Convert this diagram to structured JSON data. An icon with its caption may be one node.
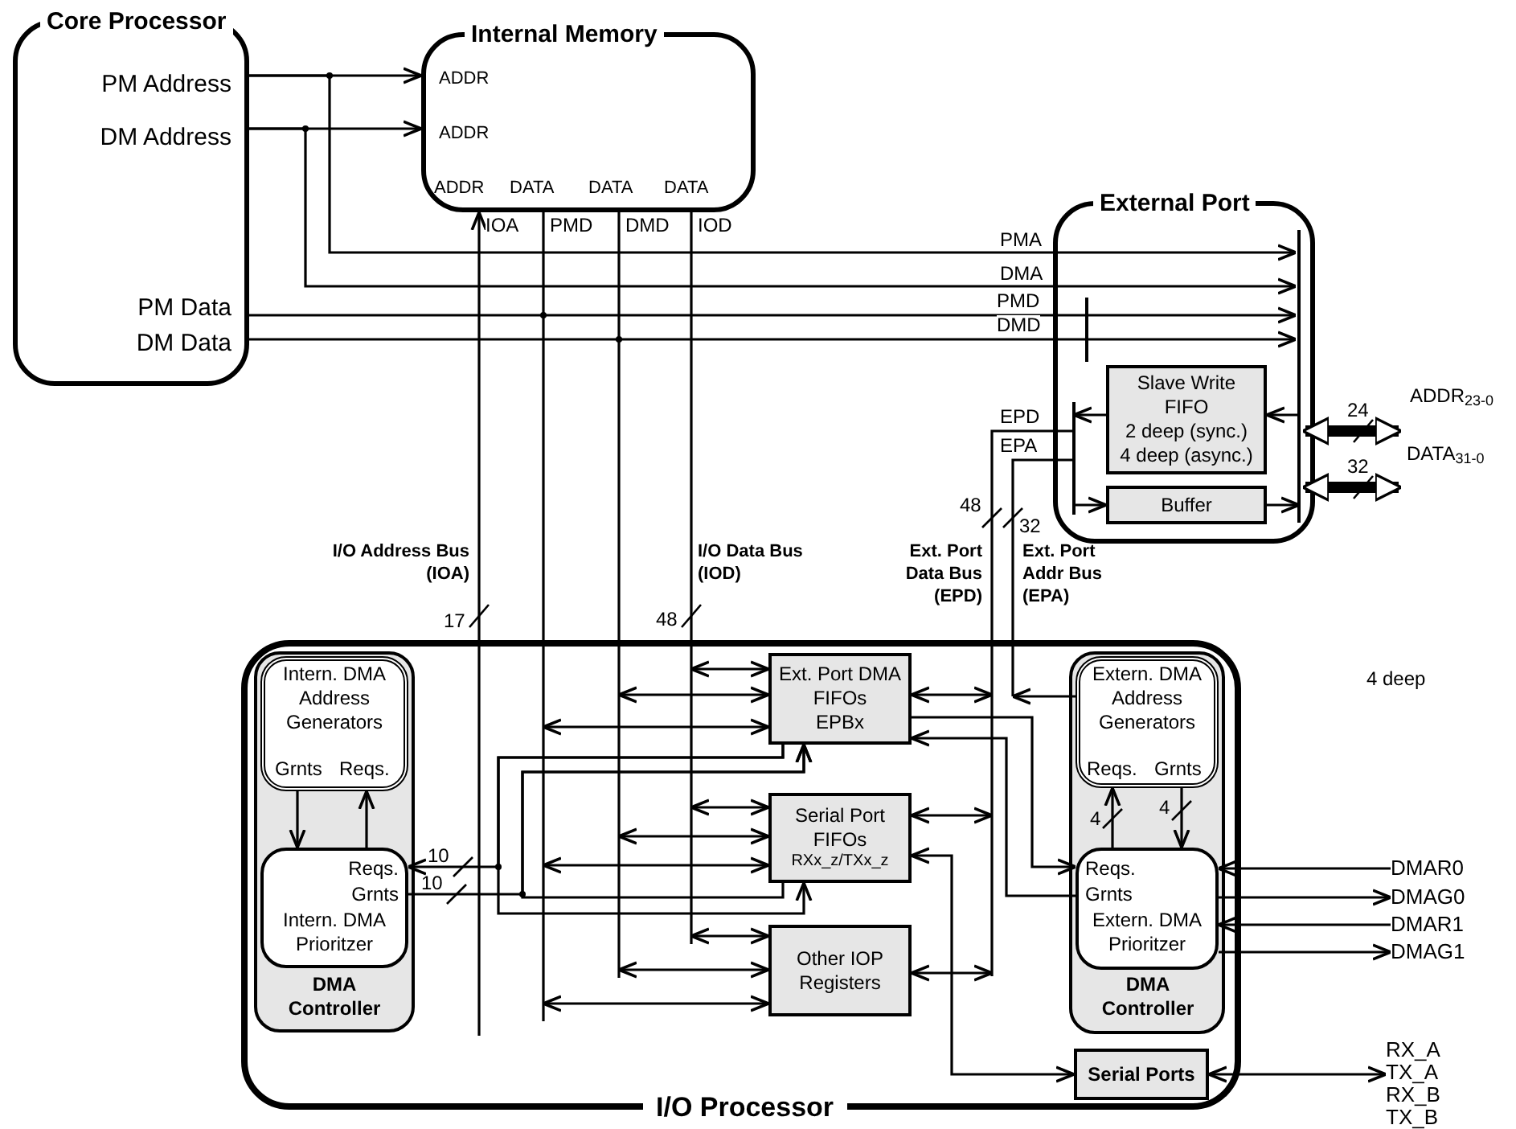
{
  "diagram": {
    "nodes": [
      {
        "text": [
          "Core Processor",
          "PM Address",
          "DM Address",
          "PM Data",
          "DM Data"
        ]
      },
      {
        "text": [
          "Internal Memory",
          "ADDR",
          "ADDR",
          "ADDR",
          "DATA",
          "DATA",
          "DATA"
        ]
      },
      {
        "text": [
          "External Port"
        ]
      },
      {
        "text": [
          "Slave Write FIFO",
          "2 deep (sync.)",
          "4 deep (async.)"
        ],
        "in": 2
      },
      {
        "text": [
          "Buffer"
        ],
        "in": 2
      },
      {
        "text": [
          "I/O Processor"
        ]
      },
      {
        "text": [
          "DMA Controller"
        ],
        "in": 5
      },
      {
        "text": [
          "Intern. DMA Address Generators",
          "Grnts",
          "Reqs."
        ],
        "in": 6
      },
      {
        "text": [
          "Reqs.",
          "Grnts",
          "Intern. DMA Prioritzer"
        ],
        "in": 6
      },
      {
        "text": [
          "Ext. Port DMA FIFOs",
          "EPBx"
        ],
        "in": 5
      },
      {
        "text": [
          "Serial Port FIFOs",
          "RXx_z/TXx_z"
        ],
        "in": 5
      },
      {
        "text": [
          "Other IOP Registers"
        ],
        "in": 5
      },
      {
        "text": [
          "DMA Controller"
        ],
        "in": 5
      },
      {
        "text": [
          "Extern. DMA Address Generators",
          "Reqs.",
          "Grnts"
        ],
        "in": 12
      },
      {
        "text": [
          "Reqs.",
          "Grnts",
          "Extern. DMA Prioritzer"
        ],
        "in": 12
      },
      {
        "text": [
          "Serial Ports"
        ],
        "in": 5
      },
      {
        "text": [
          "DMAR0"
        ]
      },
      {
        "text": [
          "DMAG0"
        ]
      },
      {
        "text": [
          "DMAR1"
        ]
      },
      {
        "text": [
          "DMAG1"
        ]
      },
      {
        "text": [
          "RX_A",
          "TX_A",
          "RX_B",
          "TX_B"
        ]
      }
    ],
    "edges": [
      {
        "from": 0,
        "to": 1,
        "arrow": "to"
      },
      {
        "from": 0,
        "to": 1,
        "arrow": "to"
      },
      {
        "from": 0,
        "to": 2,
        "arrow": "to",
        "label": "PMA"
      },
      {
        "from": 0,
        "to": 2,
        "arrow": "to",
        "label": "DMA"
      },
      {
        "from": 0,
        "to": 2,
        "arrow": "to",
        "label": "PMD"
      },
      {
        "from": 0,
        "to": 2,
        "arrow": "to",
        "label": "DMD"
      },
      {
        "from": 5,
        "to": 1,
        "arrow": "to",
        "label": "IOA"
      },
      {
        "from": 1,
        "to": 5,
        "arrow": "none",
        "label": "PMD"
      },
      {
        "from": 1,
        "to": 5,
        "arrow": "none",
        "label": "DMD"
      },
      {
        "from": 1,
        "to": null,
        "arrow": "none",
        "label": "IOD"
      },
      {
        "from": 2,
        "to": null,
        "arrow": "none",
        "label": "EPD"
      },
      {
        "from": 2,
        "to": 5,
        "arrow": "none",
        "label": "EPA"
      },
      {
        "from": 2,
        "to": 3,
        "arrow": "to"
      },
      {
        "from": 3,
        "to": 2,
        "arrow": "to"
      },
      {
        "from": null,
        "to": 4,
        "arrow": "to"
      },
      {
        "from": 4,
        "to": 2,
        "arrow": "to"
      },
      {
        "from": 2,
        "to": null,
        "arrow": "both",
        "label": "ADDR$_{23-0}$",
        "style": "thick"
      },
      {
        "from": 2,
        "to": null,
        "arrow": "both",
        "label": "DATA$_{31-0}$",
        "style": "thick"
      },
      {
        "from": null,
        "to": 9,
        "arrow": "both"
      },
      {
        "from": null,
        "to": 9,
        "arrow": "both"
      },
      {
        "from": null,
        "to": 9,
        "arrow": "both"
      },
      {
        "from": null,
        "to": 10,
        "arrow": "both"
      },
      {
        "from": null,
        "to": 10,
        "arrow": "both"
      },
      {
        "from": null,
        "to": 10,
        "arrow": "both"
      },
      {
        "from": null,
        "to": 11,
        "arrow": "both"
      },
      {
        "from": null,
        "to": 11,
        "arrow": "both"
      },
      {
        "from": null,
        "to": 11,
        "arrow": "both"
      },
      {
        "from": 9,
        "to": null,
        "arrow": "both"
      },
      {
        "from": 10,
        "to": null,
        "arrow": "both"
      },
      {
        "from": 11,
        "to": null,
        "arrow": "both"
      },
      {
        "from": 13,
        "to": null,
        "arrow": "to"
      },
      {
        "from": 9,
        "to": 14,
        "arrow": "to"
      },
      {
        "from": 14,
        "to": 9,
        "arrow": "to"
      },
      {
        "from": 10,
        "to": 15,
        "arrow": "both"
      },
      {
        "from": 15,
        "to": 20,
        "arrow": "both"
      },
      {
        "from": 16,
        "to": 14,
        "arrow": "to"
      },
      {
        "from": 14,
        "to": 17,
        "arrow": "to"
      },
      {
        "from": 18,
        "to": 14,
        "arrow": "to"
      },
      {
        "from": 14,
        "to": 19,
        "arrow": "to"
      },
      {
        "from": 14,
        "to": 13,
        "arrow": "to"
      },
      {
        "from": 13,
        "to": 14,
        "arrow": "to"
      },
      {
        "from": 7,
        "to": 8,
        "arrow": "to"
      },
      {
        "from": 8,
        "to": 7,
        "arrow": "to"
      },
      {
        "from": 9,
        "to": 8,
        "arrow": "to"
      },
      {
        "from": 9,
        "to": 10,
        "arrow": "to"
      },
      {
        "from": 8,
        "to": 9,
        "arrow": "to"
      },
      {
        "from": 10,
        "to": 9,
        "arrow": "to"
      }
    ],
    "labels": [
      "24",
      "32",
      "48",
      "32",
      "I/O Address Bus (IOA)",
      "I/O Data Bus (IOD)",
      "Ext. Port Data Bus (EPD)",
      "Ext. Port Addr Bus (EPA)",
      "17",
      "48",
      "4 deep",
      "4",
      "4",
      "10",
      "10"
    ]
  }
}
